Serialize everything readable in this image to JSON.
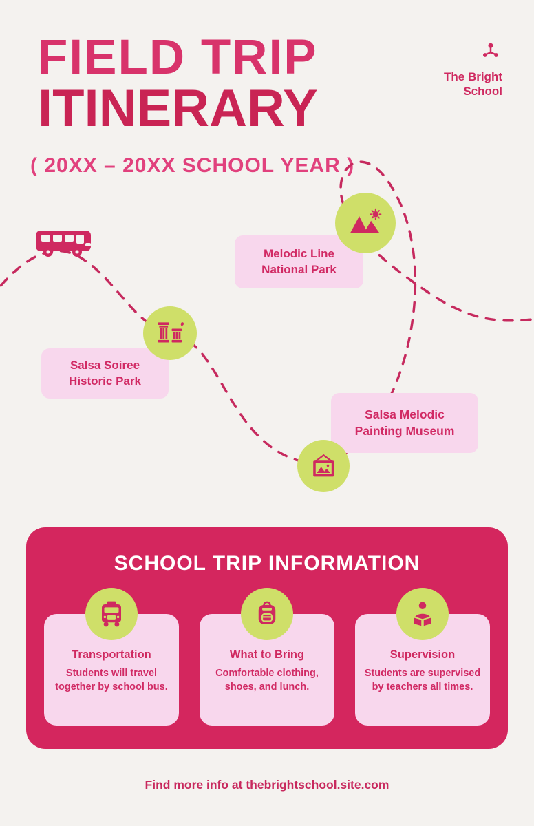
{
  "header": {
    "title_line1": "FIELD TRIP",
    "title_line2": "ITINERARY",
    "subtitle": "( 20XX – 20XX SCHOOL YEAR )",
    "brand_line1": "The Bright",
    "brand_line2": "School"
  },
  "map": {
    "bus_icon": "school-bus-side-icon",
    "stops": [
      {
        "id": "national-park",
        "icon": "mountain-sun-icon",
        "label": "Melodic Line National Park"
      },
      {
        "id": "historic-park",
        "icon": "ruins-column-icon",
        "label": "Salsa Soiree Historic Park"
      },
      {
        "id": "painting-museum",
        "icon": "framed-painting-icon",
        "label": "Salsa Melodic Painting Museum"
      }
    ]
  },
  "info": {
    "title": "SCHOOL TRIP INFORMATION",
    "cards": [
      {
        "icon": "school-bus-front-icon",
        "title": "Transportation",
        "body": "Students will travel together by school bus."
      },
      {
        "icon": "backpack-icon",
        "title": "What to Bring",
        "body": "Comfortable clothing, shoes, and lunch."
      },
      {
        "icon": "supervision-icon",
        "title": "Supervision",
        "body": "Students are supervised by teachers all times."
      }
    ]
  },
  "footer": {
    "text": "Find more info at ",
    "link": "thebrightschool.site.com"
  },
  "colors": {
    "background": "#f4f2ef",
    "primary_pink": "#cf2960",
    "light_pink": "#f8d7ed",
    "lime": "#cfdf69",
    "panel_pink": "#d4265e",
    "white": "#ffffff"
  }
}
